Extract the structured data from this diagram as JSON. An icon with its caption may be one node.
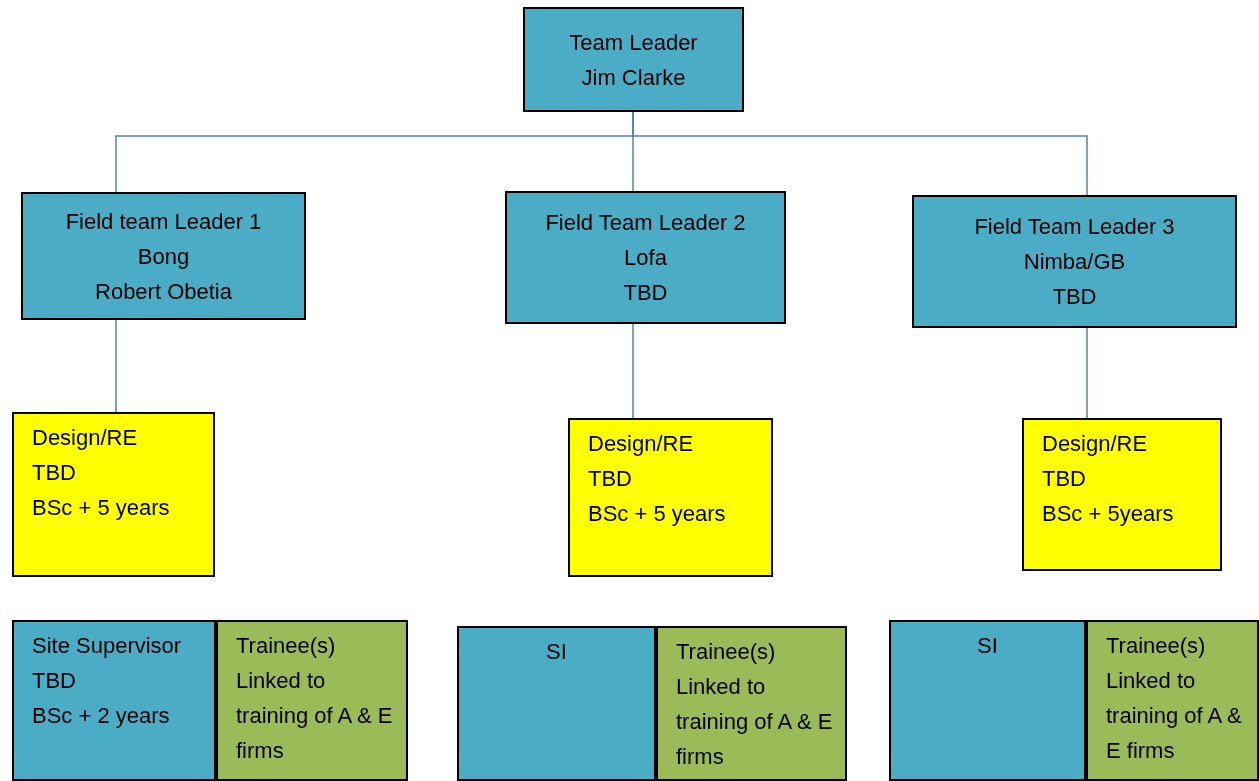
{
  "diagram": {
    "nodes": [
      {
        "text": [
          "Team Leader",
          "Jim Clarke"
        ]
      },
      {
        "text": [
          "Field team Leader 1",
          "Bong",
          "Robert Obetia"
        ]
      },
      {
        "text": [
          "Field Team Leader 2",
          "Lofa",
          "TBD"
        ]
      },
      {
        "text": [
          "Field Team Leader 3",
          "Nimba/GB",
          "TBD"
        ]
      },
      {
        "text": [
          "Design/RE",
          "TBD",
          "BSc + 5 years"
        ]
      },
      {
        "text": [
          "Design/RE",
          "TBD",
          "BSc + 5 years"
        ]
      },
      {
        "text": [
          "Design/RE",
          "TBD",
          "BSc + 5years"
        ]
      },
      {
        "text": [
          "Site Supervisor",
          "TBD",
          "BSc + 2 years"
        ]
      },
      {
        "text": [
          "Trainee(s) Linked to training of A & E firms"
        ]
      },
      {
        "text": [
          "SI"
        ]
      },
      {
        "text": [
          "Trainee(s) Linked to training of A & E firms"
        ]
      },
      {
        "text": [
          "SI"
        ]
      },
      {
        "text": [
          "Trainee(s) Linked to training of A & E firms"
        ]
      }
    ],
    "edges": [
      {
        "from": 0,
        "to": 1,
        "arrow": "none"
      },
      {
        "from": 0,
        "to": 2,
        "arrow": "none"
      },
      {
        "from": 0,
        "to": 3,
        "arrow": "none"
      },
      {
        "from": 1,
        "to": 4,
        "arrow": "none"
      },
      {
        "from": 2,
        "to": 5,
        "arrow": "none"
      },
      {
        "from": 3,
        "to": 6,
        "arrow": "none"
      }
    ]
  }
}
